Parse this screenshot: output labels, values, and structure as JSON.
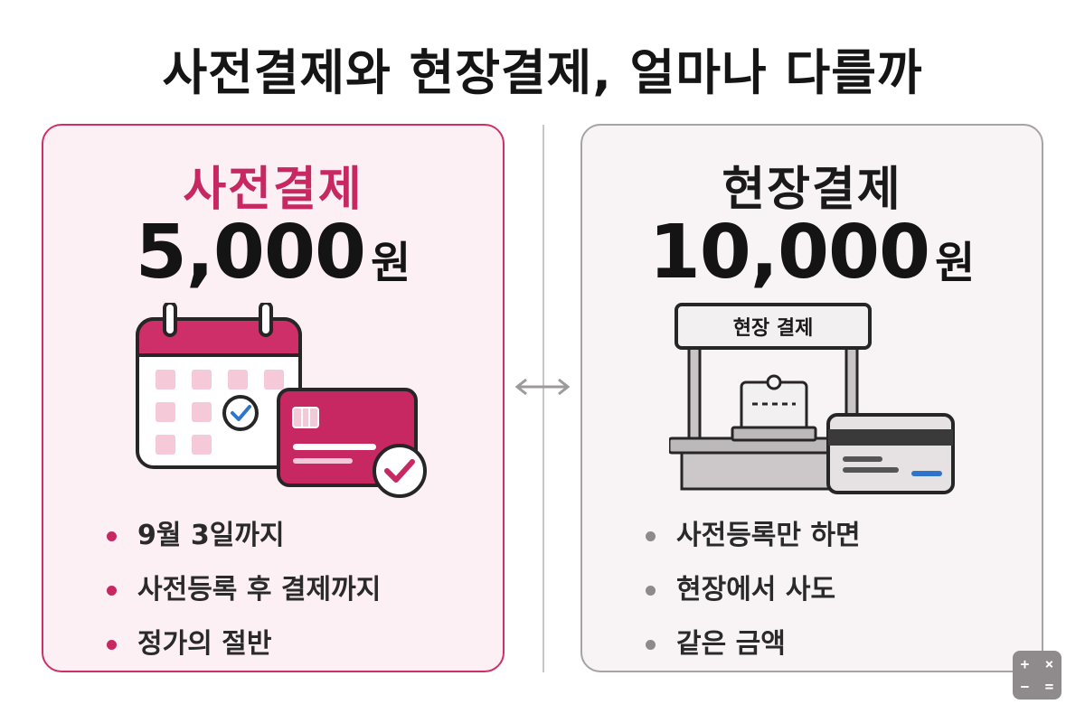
{
  "headline": "사전결제와 현장결제, 얼마나 다를까",
  "colors": {
    "accent": "#c72862",
    "neutral": "#8e8a8b",
    "text": "#151515"
  },
  "left": {
    "title": "사전결제",
    "price": "5,000",
    "unit": "원",
    "illustration": [
      "calendar-icon",
      "credit-card-icon",
      "check-circle-icon"
    ],
    "bullets": [
      "9월 3일까지",
      "사전등록 후 결제까지",
      "정가의 절반"
    ]
  },
  "right": {
    "title": "현장결제",
    "price": "10,000",
    "unit": "원",
    "booth_sign": "현장 결제",
    "illustration": [
      "booth-icon",
      "ticket-icon",
      "credit-card-icon"
    ],
    "bullets": [
      "사전등록만 하면",
      "현장에서 사도",
      "같은 금액"
    ]
  },
  "divider_icon": "double-arrow-icon",
  "badge": {
    "icon": "calculator-icon",
    "symbols": [
      "+",
      "×",
      "−",
      "="
    ]
  }
}
